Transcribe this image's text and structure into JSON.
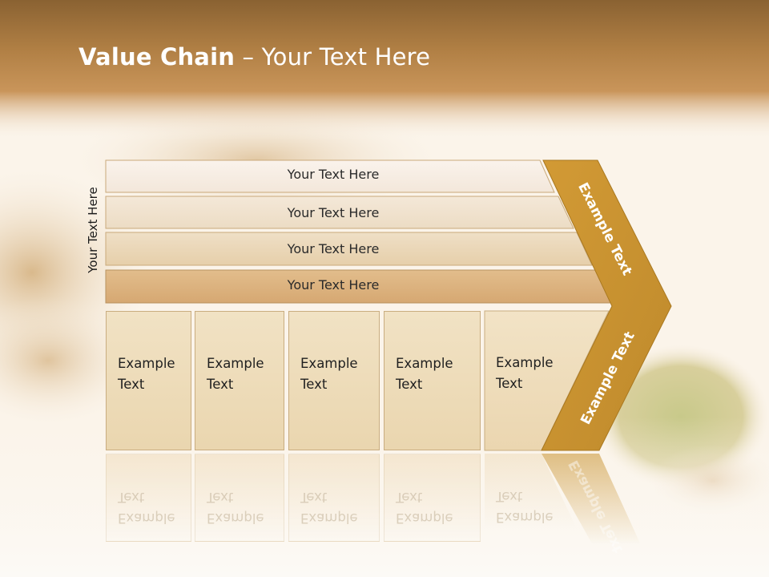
{
  "title": {
    "bold": "Value Chain",
    "rest": " – Your Text Here"
  },
  "side_label": "Your Text Here",
  "rows": [
    "Your Text Here",
    "Your Text Here",
    "Your Text Here",
    "Your Text Here"
  ],
  "boxes": [
    "Example\nText",
    "Example\nText",
    "Example\nText",
    "Example\nText",
    "Example\nText"
  ],
  "chevron": {
    "upper": "Example Text",
    "lower": "Example Text"
  },
  "colors": {
    "header_band": "#c08a49",
    "chevron": "#c8922f",
    "row_shades": [
      "#f7ede2",
      "#f1e2cf",
      "#ebd6b7",
      "#ddb07e"
    ],
    "box_fill": "#eed9b4"
  }
}
